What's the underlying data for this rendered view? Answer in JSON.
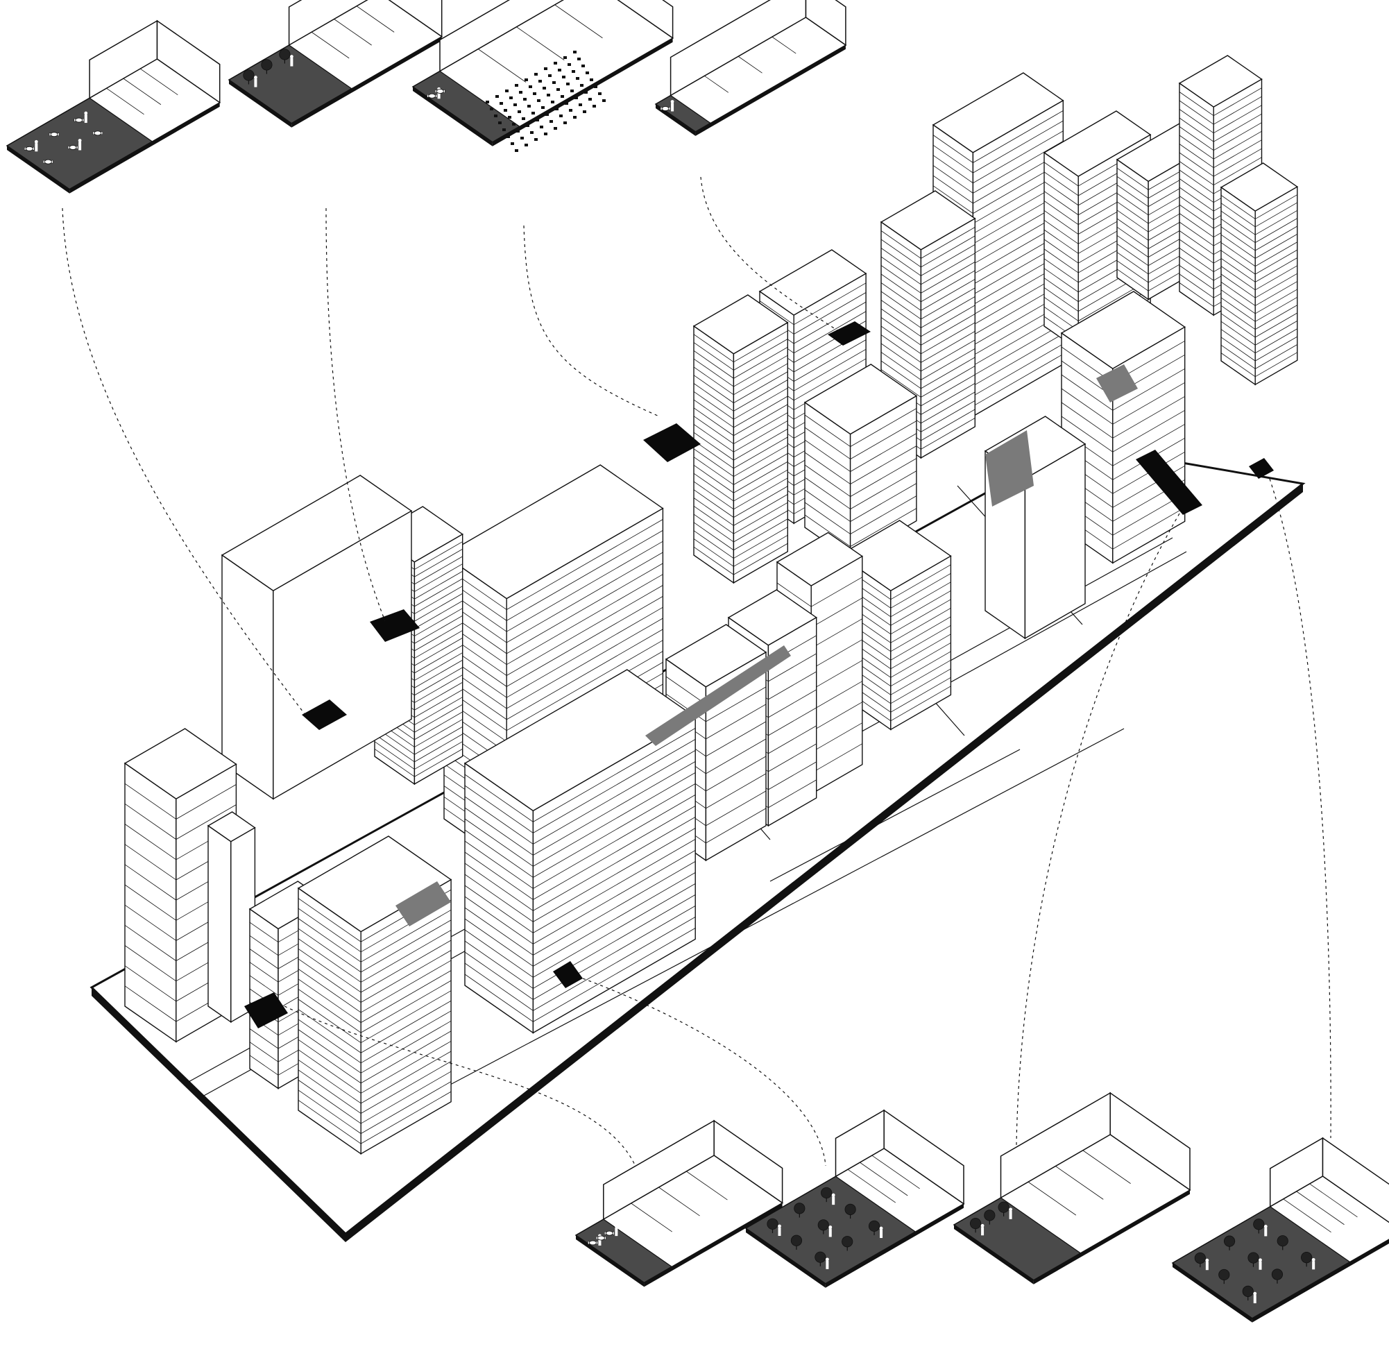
{
  "diagram": {
    "kind": "isometric-urban-masterplan",
    "palette": {
      "ink": "#111111",
      "paper": "#ffffff",
      "void_gray": "#7a7a7a",
      "ground_dark": "#4a4a4a",
      "highlight_black": "#0a0a0a"
    },
    "icons": [
      "tree-icon",
      "person-icon",
      "table-icon",
      "staircase-icon"
    ],
    "vignettes_top": [
      {
        "id": "cafe-terrace"
      },
      {
        "id": "courtyard-workspace"
      },
      {
        "id": "auditorium"
      },
      {
        "id": "residential-units"
      }
    ],
    "vignettes_bottom": [
      {
        "id": "office-floor"
      },
      {
        "id": "park-plaza"
      },
      {
        "id": "library-atrium"
      },
      {
        "id": "garden-terrace"
      }
    ]
  }
}
